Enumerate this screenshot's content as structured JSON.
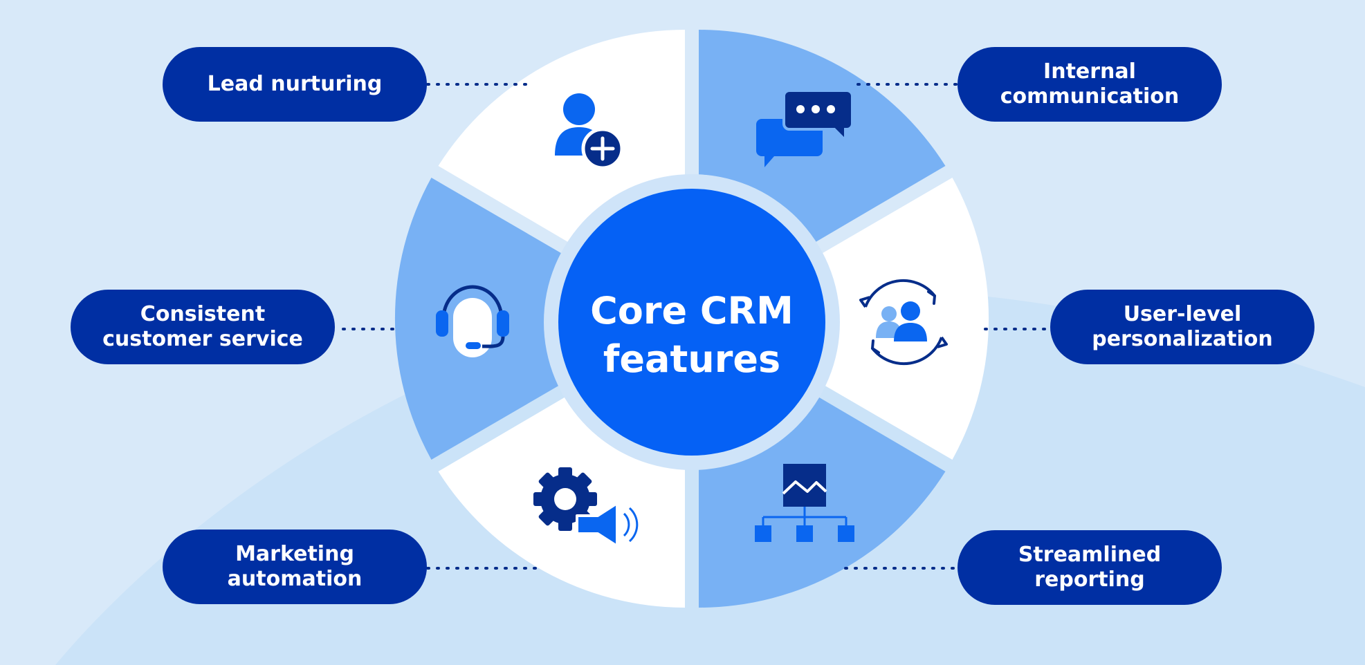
{
  "center": {
    "line1": "Core CRM",
    "line2": "features"
  },
  "features": [
    {
      "id": "lead-nurturing",
      "lines": [
        "Lead nurturing"
      ],
      "icon": "user-add-icon"
    },
    {
      "id": "internal-communication",
      "lines": [
        "Internal",
        "communication"
      ],
      "icon": "chat-bubbles-icon"
    },
    {
      "id": "consistent-customer-service",
      "lines": [
        "Consistent",
        "customer service"
      ],
      "icon": "headset-icon"
    },
    {
      "id": "user-level-personalization",
      "lines": [
        "User-level",
        "personalization"
      ],
      "icon": "users-cycle-icon"
    },
    {
      "id": "marketing-automation",
      "lines": [
        "Marketing",
        "automation"
      ],
      "icon": "gear-megaphone-icon"
    },
    {
      "id": "streamlined-reporting",
      "lines": [
        "Streamlined",
        "reporting"
      ],
      "icon": "org-chart-report-icon"
    }
  ],
  "colors": {
    "background": "#d8e9f9",
    "background_wave": "#cbe3f8",
    "pill": "#002fa3",
    "center": "#0561f5",
    "segment_light": "#ffffff",
    "segment_medium": "#78b1f4",
    "icon_dark": "#062d8a",
    "icon_blue": "#0a66f0"
  }
}
